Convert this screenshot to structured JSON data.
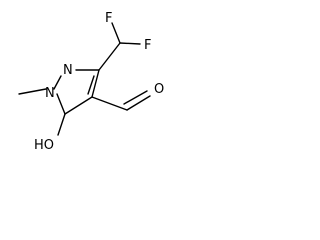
{
  "molecule": {
    "atoms": {
      "fluorine_top": "F",
      "fluorine_right": "F",
      "nitrogen_2": "N",
      "nitrogen_1": "N",
      "oxygen_aldehyde": "O",
      "hydroxyl": "HO"
    }
  }
}
